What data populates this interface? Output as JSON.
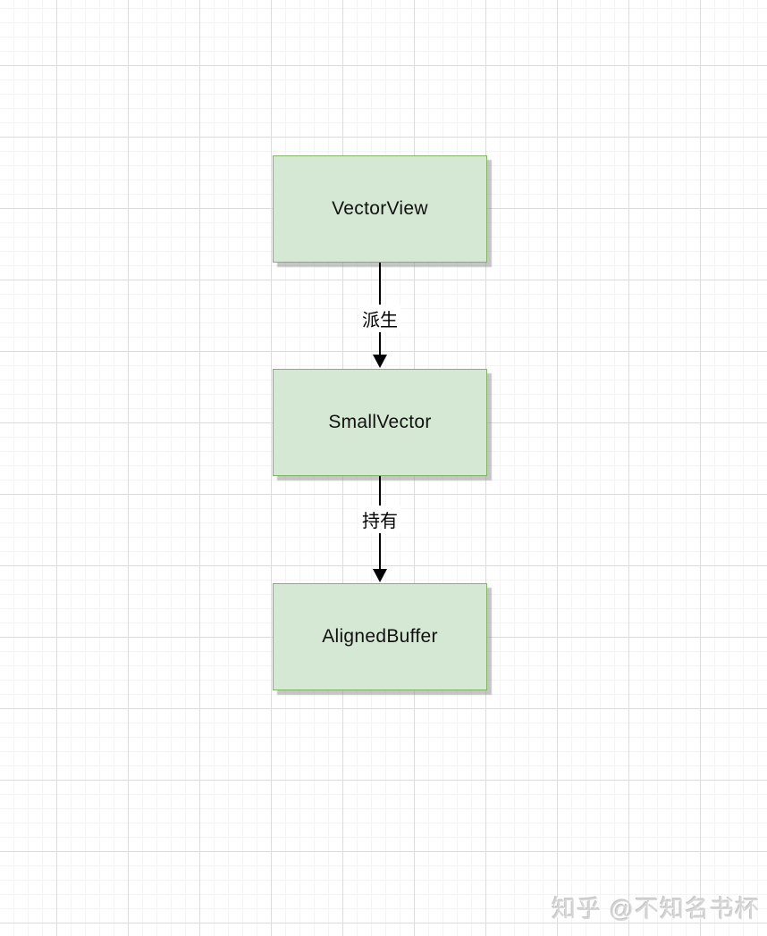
{
  "diagram": {
    "nodes": [
      {
        "id": "vectorview",
        "label": "VectorView"
      },
      {
        "id": "smallvector",
        "label": "SmallVector"
      },
      {
        "id": "alignedbuffer",
        "label": "AlignedBuffer"
      }
    ],
    "edges": [
      {
        "from": "VectorView",
        "to": "SmallVector",
        "label": "派生"
      },
      {
        "from": "SmallVector",
        "to": "AlignedBuffer",
        "label": "持有"
      }
    ],
    "colors": {
      "node_fill": "#d5e8d4",
      "node_border": "#82b366",
      "arrow": "#000000",
      "grid_major": "#dcdcdc",
      "grid_minor": "#f5f3f3"
    }
  },
  "watermark": {
    "text": "知乎 @不知名书杯"
  }
}
